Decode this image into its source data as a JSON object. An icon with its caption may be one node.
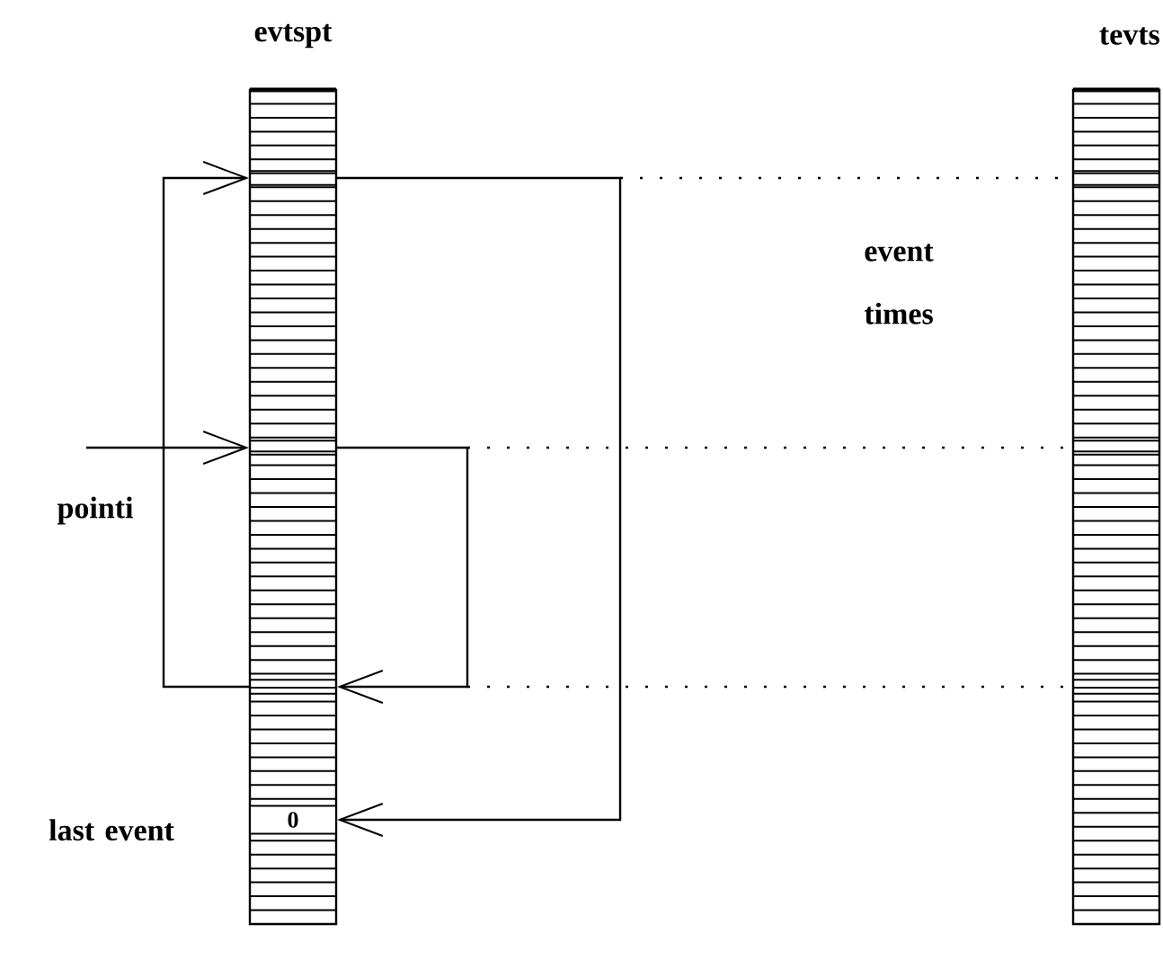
{
  "diagram": {
    "nodes": [
      {
        "text": [
          "evtspt"
        ]
      },
      {
        "text": [],
        "shape": "box",
        "in": 0
      },
      {
        "text": [],
        "shape": "box",
        "in": 0
      },
      {
        "text": [],
        "shape": "box",
        "in": 0
      },
      {
        "text": [
          "0"
        ],
        "in": 0
      },
      {
        "text": [
          "tevts"
        ]
      },
      {
        "text": [],
        "shape": "box",
        "in": 5
      },
      {
        "text": [],
        "shape": "box",
        "in": 5
      },
      {
        "text": [],
        "shape": "box",
        "in": 5
      }
    ],
    "edges": [
      {
        "from": 1,
        "to": 4,
        "arrow": "to"
      },
      {
        "from": 2,
        "to": 3,
        "arrow": "to"
      },
      {
        "from": 3,
        "to": 1,
        "arrow": "to"
      },
      {
        "from": null,
        "to": 2,
        "arrow": "to"
      },
      {
        "from": null,
        "to": 6,
        "arrow": "none",
        "style": "dashed"
      },
      {
        "from": null,
        "to": 7,
        "arrow": "none",
        "style": "dashed"
      },
      {
        "from": null,
        "to": 8,
        "arrow": "none",
        "style": "dashed"
      }
    ],
    "labels": [
      "pointi",
      "event times",
      "last event"
    ]
  }
}
